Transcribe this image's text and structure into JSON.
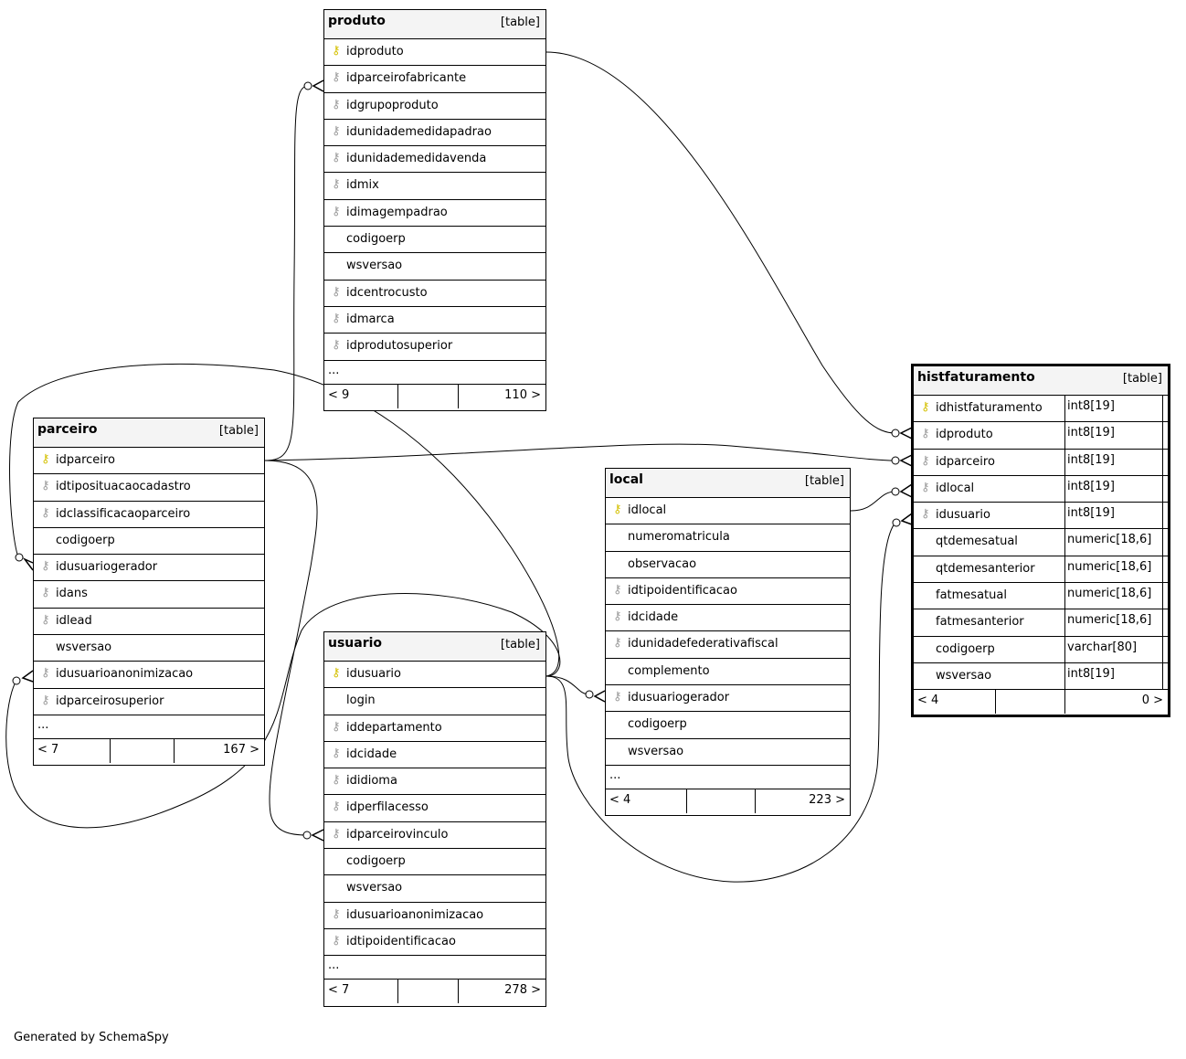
{
  "credit": "Generated by SchemaSpy",
  "tables": [
    {
      "id": "produto",
      "name": "produto",
      "type": "[table]",
      "columns": [
        {
          "name": "idproduto",
          "key": "pk"
        },
        {
          "name": "idparceirofabricante",
          "key": "fk"
        },
        {
          "name": "idgrupoproduto",
          "key": "fk"
        },
        {
          "name": "idunidademedidapadrao",
          "key": "fk"
        },
        {
          "name": "idunidademedidavenda",
          "key": "fk"
        },
        {
          "name": "idmix",
          "key": "fk"
        },
        {
          "name": "idimagempadrao",
          "key": "fk"
        },
        {
          "name": "codigoerp",
          "key": ""
        },
        {
          "name": "wsversao",
          "key": ""
        },
        {
          "name": "idcentrocusto",
          "key": "fk"
        },
        {
          "name": "idmarca",
          "key": "fk"
        },
        {
          "name": "idprodutosuperior",
          "key": "fk"
        }
      ],
      "more": "...",
      "footer_left": "< 9",
      "footer_right": "110 >"
    },
    {
      "id": "parceiro",
      "name": "parceiro",
      "type": "[table]",
      "columns": [
        {
          "name": "idparceiro",
          "key": "pk"
        },
        {
          "name": "idtiposituacaocadastro",
          "key": "fk"
        },
        {
          "name": "idclassificacaoparceiro",
          "key": "fk"
        },
        {
          "name": "codigoerp",
          "key": ""
        },
        {
          "name": "idusuariogerador",
          "key": "fk"
        },
        {
          "name": "idans",
          "key": "fk"
        },
        {
          "name": "idlead",
          "key": "fk"
        },
        {
          "name": "wsversao",
          "key": ""
        },
        {
          "name": "idusuarioanonimizacao",
          "key": "fk"
        },
        {
          "name": "idparceirosuperior",
          "key": "fk"
        }
      ],
      "more": "...",
      "footer_left": "< 7",
      "footer_right": "167 >"
    },
    {
      "id": "usuario",
      "name": "usuario",
      "type": "[table]",
      "columns": [
        {
          "name": "idusuario",
          "key": "pk"
        },
        {
          "name": "login",
          "key": ""
        },
        {
          "name": "iddepartamento",
          "key": "fk"
        },
        {
          "name": "idcidade",
          "key": "fk"
        },
        {
          "name": "ididioma",
          "key": "fk"
        },
        {
          "name": "idperfilacesso",
          "key": "fk"
        },
        {
          "name": "idparceirovinculo",
          "key": "fk"
        },
        {
          "name": "codigoerp",
          "key": ""
        },
        {
          "name": "wsversao",
          "key": ""
        },
        {
          "name": "idusuarioanonimizacao",
          "key": "fk"
        },
        {
          "name": "idtipoidentificacao",
          "key": "fk"
        }
      ],
      "more": "...",
      "footer_left": "< 7",
      "footer_right": "278 >"
    },
    {
      "id": "local",
      "name": "local",
      "type": "[table]",
      "columns": [
        {
          "name": "idlocal",
          "key": "pk"
        },
        {
          "name": "numeromatricula",
          "key": ""
        },
        {
          "name": "observacao",
          "key": ""
        },
        {
          "name": "idtipoidentificacao",
          "key": "fk"
        },
        {
          "name": "idcidade",
          "key": "fk"
        },
        {
          "name": "idunidadefederativafiscal",
          "key": "fk"
        },
        {
          "name": "complemento",
          "key": ""
        },
        {
          "name": "idusuariogerador",
          "key": "fk"
        },
        {
          "name": "codigoerp",
          "key": ""
        },
        {
          "name": "wsversao",
          "key": ""
        }
      ],
      "more": "...",
      "footer_left": "< 4",
      "footer_right": "223 >"
    },
    {
      "id": "histfaturamento",
      "name": "histfaturamento",
      "type": "[table]",
      "columns": [
        {
          "name": "idhistfaturamento",
          "key": "pk",
          "type": "int8[19]"
        },
        {
          "name": "idproduto",
          "key": "fk",
          "type": "int8[19]"
        },
        {
          "name": "idparceiro",
          "key": "fk",
          "type": "int8[19]"
        },
        {
          "name": "idlocal",
          "key": "fk",
          "type": "int8[19]"
        },
        {
          "name": "idusuario",
          "key": "fk",
          "type": "int8[19]"
        },
        {
          "name": "qtdemesatual",
          "key": "",
          "type": "numeric[18,6]"
        },
        {
          "name": "qtdemesanterior",
          "key": "",
          "type": "numeric[18,6]"
        },
        {
          "name": "fatmesatual",
          "key": "",
          "type": "numeric[18,6]"
        },
        {
          "name": "fatmesanterior",
          "key": "",
          "type": "numeric[18,6]"
        },
        {
          "name": "codigoerp",
          "key": "",
          "type": "varchar[80]"
        },
        {
          "name": "wsversao",
          "key": "",
          "type": "int8[19]"
        }
      ],
      "more": "",
      "footer_left": "< 4",
      "footer_right": "0 >"
    }
  ]
}
